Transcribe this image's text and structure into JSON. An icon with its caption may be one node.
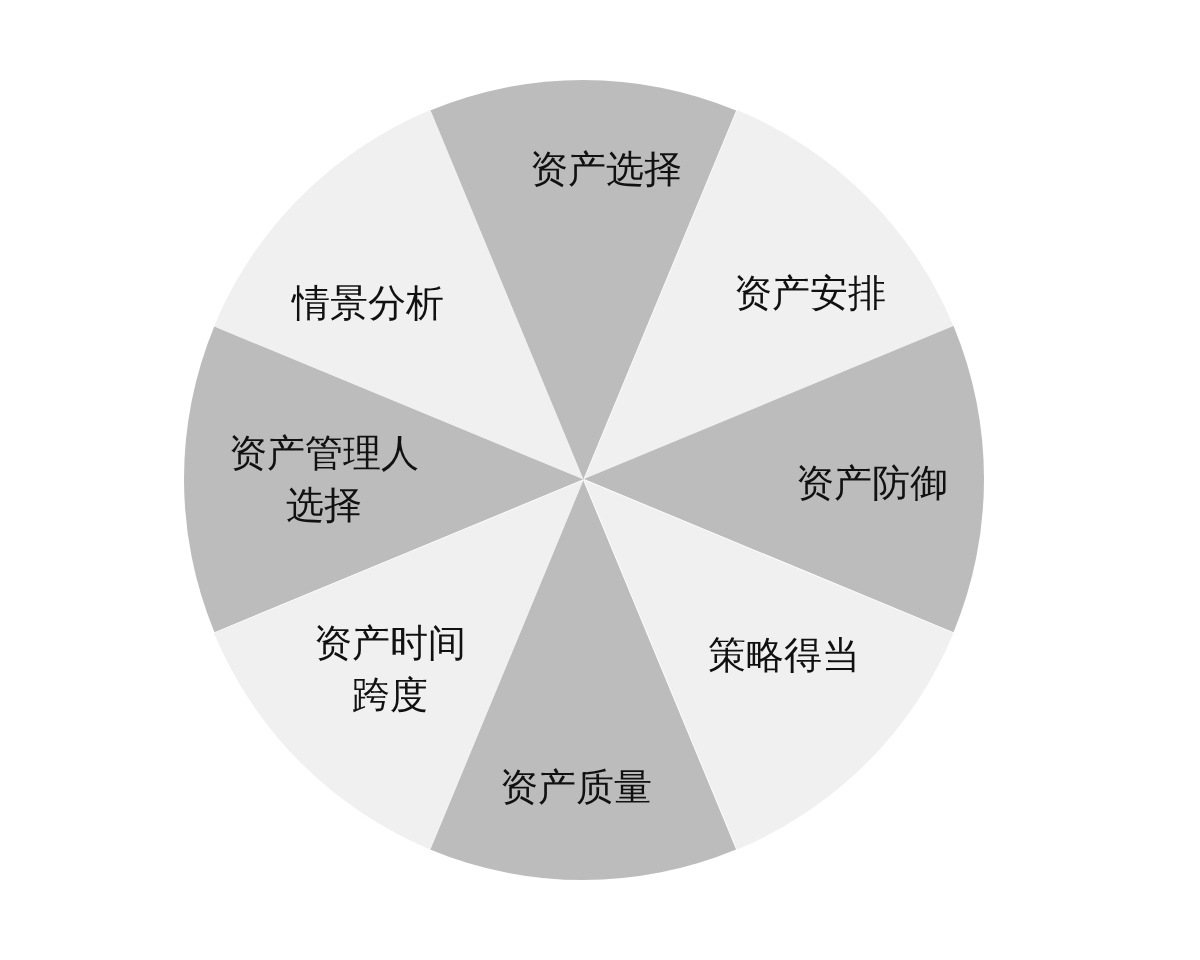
{
  "diagram": {
    "nodes": [
      {
        "text": [
          "资产选择"
        ]
      },
      {
        "text": [
          "资产安排"
        ]
      },
      {
        "text": [
          "资产防御"
        ]
      },
      {
        "text": [
          "策略得当"
        ]
      },
      {
        "text": [
          "资产质量"
        ]
      },
      {
        "text": [
          "资产时间跨度"
        ]
      },
      {
        "text": [
          "资产管理人选择"
        ]
      },
      {
        "text": [
          "情景分析"
        ]
      }
    ]
  }
}
